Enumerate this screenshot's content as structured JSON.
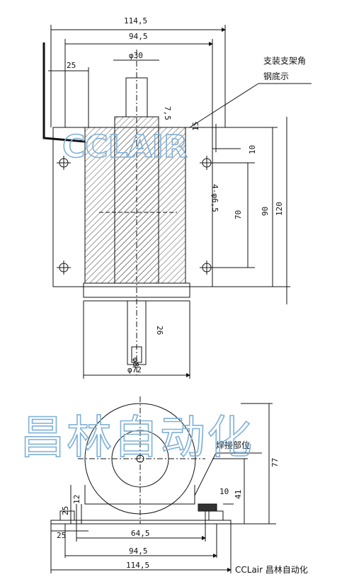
{
  "top_view": {
    "dims": {
      "overall_width": "114,5",
      "mount_width": "94,5",
      "left_offset": "25",
      "shaft_dia": "φ30",
      "small_a": "7,5",
      "small_b": "15",
      "small_c": "10",
      "hole_spec": "4-φ6,5",
      "hole_pitch": "70",
      "bracket_h": "90",
      "total_h": "120",
      "shaft_len": "26",
      "shaft_dia2": "φ8",
      "base_dia": "φ72"
    },
    "note_line1": "支装支架角",
    "note_line2": "钢底示"
  },
  "bottom_view": {
    "dims": {
      "height": "77",
      "center_h": "41",
      "small_10": "10",
      "left_25": "25",
      "left_12": "12",
      "left_25b": "25",
      "inner_width": "64,5",
      "mount_width": "94,5",
      "overall_width": "114,5"
    },
    "weld_note": "焊接部位"
  },
  "watermark": {
    "en": "CCLAIR",
    "cn": "昌林自动化",
    "color": "#7fb0d8"
  },
  "footer": "CCLair 昌林自动化"
}
